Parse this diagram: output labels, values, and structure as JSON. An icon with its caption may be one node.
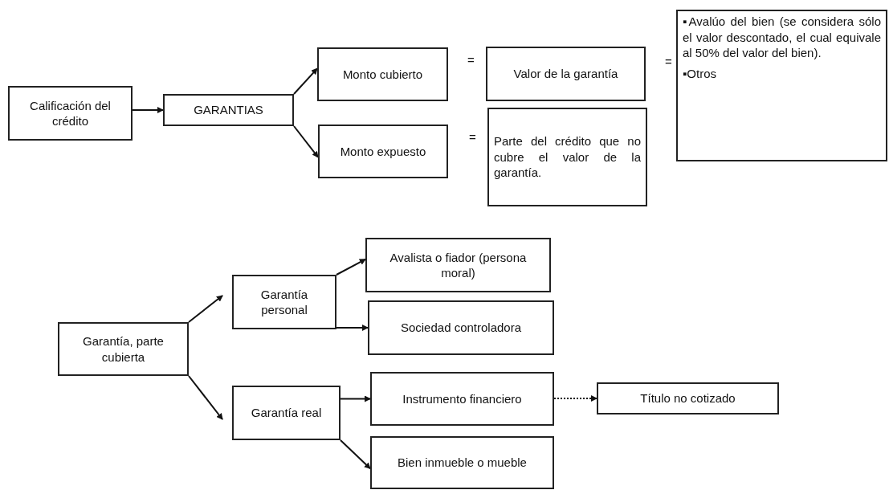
{
  "diagram": {
    "nodes": [
      {
        "text": [
          "Calificación del crédito"
        ]
      },
      {
        "text": [
          "GARANTIAS"
        ]
      },
      {
        "text": [
          "Monto cubierto"
        ]
      },
      {
        "text": [
          "Monto expuesto"
        ]
      },
      {
        "text": [
          "Valor de la garantía"
        ]
      },
      {
        "text": [
          "Parte del crédito que no cubre el valor de la garantía."
        ]
      },
      {
        "text": [
          "▪Avalúo del bien (se considera sólo el valor descontado, el cual equivale al 50% del valor del bien).",
          "▪Otros"
        ]
      },
      {
        "text": [
          "Garantía, parte cubierta"
        ]
      },
      {
        "text": [
          "Garantía personal"
        ]
      },
      {
        "text": [
          "Garantía real"
        ]
      },
      {
        "text": [
          "Avalista o fiador (persona moral)"
        ]
      },
      {
        "text": [
          "Sociedad controladora"
        ]
      },
      {
        "text": [
          "Instrumento financiero"
        ]
      },
      {
        "text": [
          "Bien inmueble o mueble"
        ]
      },
      {
        "text": [
          "Título no cotizado"
        ]
      }
    ],
    "edges": [
      {
        "from": 0,
        "to": 1,
        "arrow": "to"
      },
      {
        "from": 1,
        "to": 2,
        "arrow": "to"
      },
      {
        "from": 1,
        "to": 3,
        "arrow": "to"
      },
      {
        "from": 7,
        "to": 8,
        "arrow": "to"
      },
      {
        "from": 7,
        "to": 9,
        "arrow": "to"
      },
      {
        "from": 8,
        "to": 10,
        "arrow": "to"
      },
      {
        "from": 8,
        "to": 11,
        "arrow": "to"
      },
      {
        "from": 9,
        "to": 12,
        "arrow": "to"
      },
      {
        "from": 9,
        "to": 13,
        "arrow": "to"
      },
      {
        "from": 12,
        "to": 14,
        "arrow": "to",
        "style": "dashed"
      }
    ],
    "labels": [
      "=",
      "=",
      "="
    ]
  }
}
